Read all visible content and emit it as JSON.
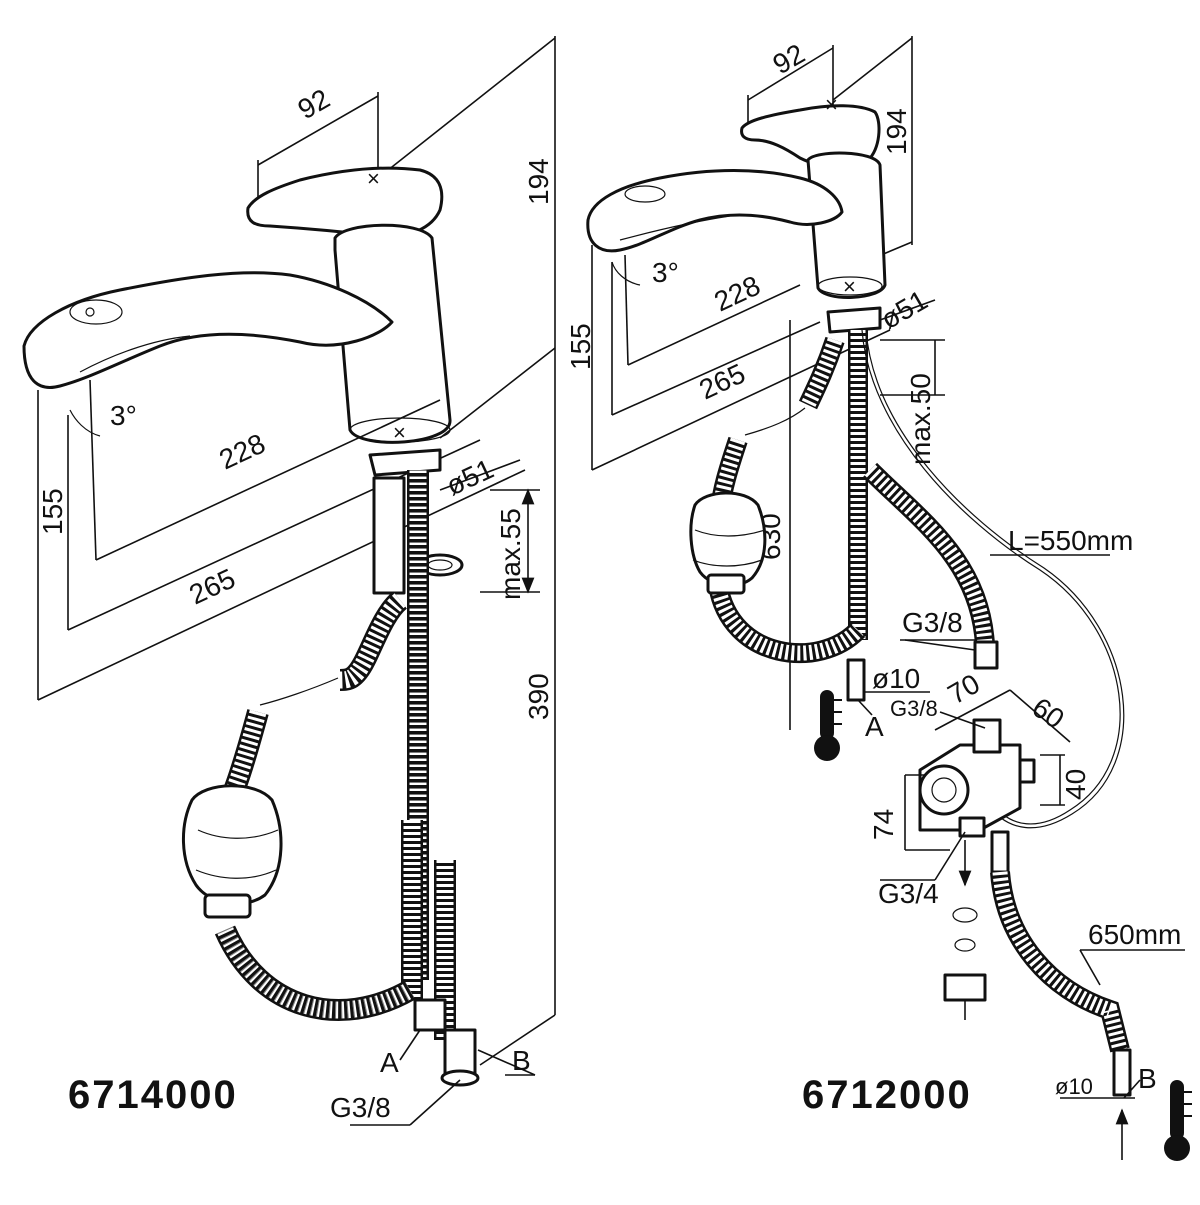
{
  "left": {
    "model": "6714000",
    "dims": {
      "handle_width": "92",
      "height_top": "194",
      "angle": "3°",
      "spout_reach": "228",
      "spout_total": "265",
      "spout_height": "155",
      "hole_diameter": "ø51",
      "max_thickness": "max.55",
      "hose_length": "390"
    },
    "labels": {
      "connector_a": "A",
      "connector_b": "B",
      "thread": "G3/8"
    }
  },
  "right": {
    "model": "6712000",
    "dims": {
      "handle_width": "92",
      "height_top": "194",
      "angle": "3°",
      "spout_reach": "228",
      "spout_total": "265",
      "spout_height": "155",
      "hole_diameter": "ø51",
      "max_thickness": "max.50",
      "hose_length": "630",
      "hose_length_l": "L=550mm",
      "thread_top": "G3/8",
      "pipe_diameter_a": "ø10",
      "valve_thread": "G3/8",
      "valve_70": "70",
      "valve_60": "60",
      "valve_40": "40",
      "valve_74": "74",
      "valve_outlet": "G3/4",
      "hose_650": "650mm",
      "pipe_diameter_b": "ø10"
    },
    "labels": {
      "connector_a": "A",
      "connector_b": "B"
    }
  },
  "icons": {
    "thermometer_cold": "thermometer-icon",
    "thermometer_hot": "thermometer-icon"
  }
}
